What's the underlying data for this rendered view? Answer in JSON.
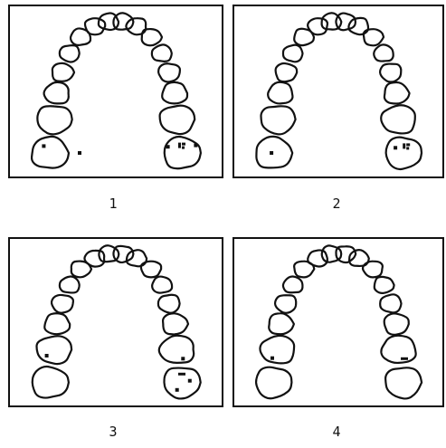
{
  "figure": {
    "stroke_color": "#111111",
    "marker_color": "#111111",
    "background": "#ffffff"
  },
  "panels": [
    {
      "label": "1",
      "markers": [
        {
          "tooth": "left-1",
          "at": [
            0.35,
            0.3
          ],
          "shape": "dot"
        },
        {
          "tooth": "left-1",
          "at": [
            1.25,
            0.5
          ],
          "shape": "dot"
        },
        {
          "tooth": "right-1",
          "at": [
            0.15,
            0.32
          ],
          "shape": "dot"
        },
        {
          "tooth": "right-1",
          "at": [
            0.5,
            0.28
          ],
          "shape": "double"
        },
        {
          "tooth": "right-1",
          "at": [
            0.85,
            0.28
          ],
          "shape": "dot"
        }
      ]
    },
    {
      "label": "2",
      "markers": [
        {
          "tooth": "left-1",
          "at": [
            0.45,
            0.5
          ],
          "shape": "dot"
        },
        {
          "tooth": "right-1",
          "at": [
            0.3,
            0.35
          ],
          "shape": "dot"
        },
        {
          "tooth": "right-1",
          "at": [
            0.58,
            0.3
          ],
          "shape": "double"
        }
      ]
    },
    {
      "label": "3",
      "markers": [
        {
          "tooth": "left-2",
          "at": [
            0.3,
            0.7
          ],
          "shape": "dot"
        },
        {
          "tooth": "right-2",
          "at": [
            0.65,
            0.8
          ],
          "shape": "dot"
        },
        {
          "tooth": "right-1",
          "at": [
            0.5,
            0.25
          ],
          "shape": "dash"
        },
        {
          "tooth": "right-1",
          "at": [
            0.7,
            0.45
          ],
          "shape": "dot"
        },
        {
          "tooth": "right-1",
          "at": [
            0.38,
            0.72
          ],
          "shape": "dot"
        }
      ]
    },
    {
      "label": "4",
      "markers": [
        {
          "tooth": "left-2",
          "at": [
            0.35,
            0.78
          ],
          "shape": "dot"
        },
        {
          "tooth": "right-2",
          "at": [
            0.65,
            0.8
          ],
          "shape": "dash"
        }
      ]
    }
  ]
}
